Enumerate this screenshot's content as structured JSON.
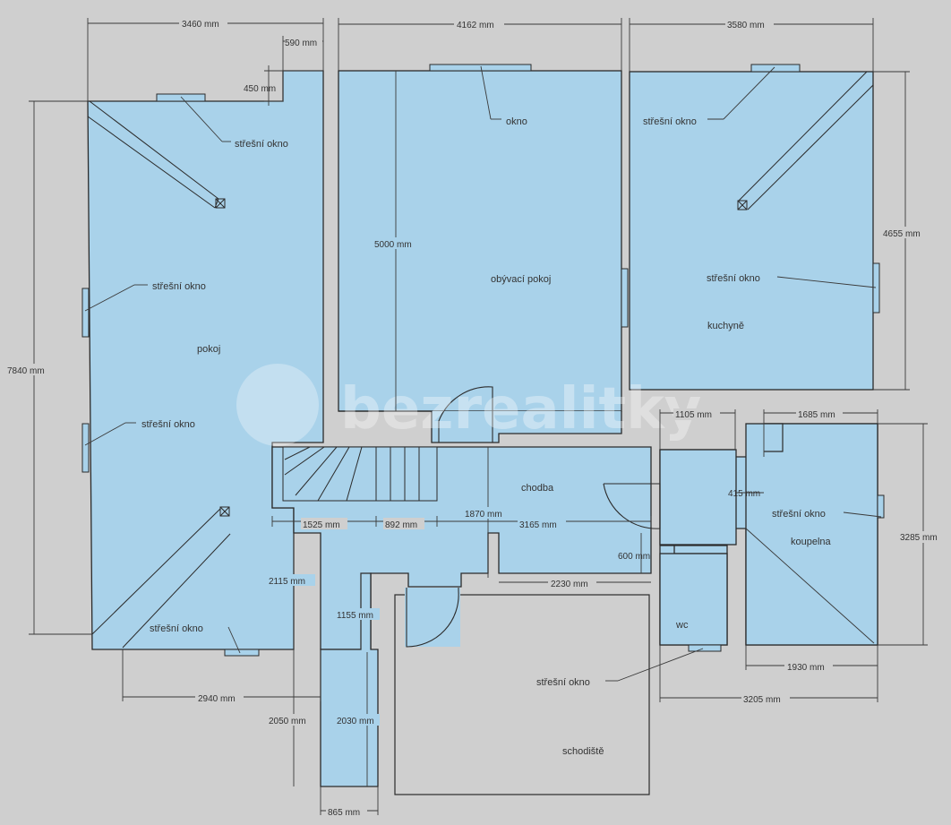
{
  "watermark": "bezrealitky",
  "rooms": {
    "pokoj": "pokoj",
    "obyvaci_pokoj": "obývací pokoj",
    "kuchyne": "kuchyně",
    "chodba": "chodba",
    "koupelna": "koupelna",
    "wc": "wc",
    "schodiste": "schodiště"
  },
  "labels": {
    "stresni_okno": "střešní okno",
    "okno": "okno"
  },
  "dimensions": {
    "d3460": "3460 mm",
    "d590": "590 mm",
    "d450": "450 mm",
    "d4162": "4162 mm",
    "d3580": "3580 mm",
    "d7840": "7840 mm",
    "d5000": "5000 mm",
    "d4655": "4655 mm",
    "d1105": "1105 mm",
    "d1685": "1685 mm",
    "d415": "415 mm",
    "d3285": "3285 mm",
    "d1525": "1525 mm",
    "d892": "892 mm",
    "d1870": "1870 mm",
    "d3165": "3165 mm",
    "d600": "600 mm",
    "d2230": "2230 mm",
    "d2115": "2115 mm",
    "d1155": "1155 mm",
    "d2940": "2940 mm",
    "d2050": "2050 mm",
    "d2030": "2030 mm",
    "d865": "865 mm",
    "d1930": "1930 mm",
    "d3205": "3205 mm"
  },
  "colors": {
    "background": "#cfcfcf",
    "room_fill": "#a9d2ea",
    "wall_stroke": "#2b2b2b"
  }
}
